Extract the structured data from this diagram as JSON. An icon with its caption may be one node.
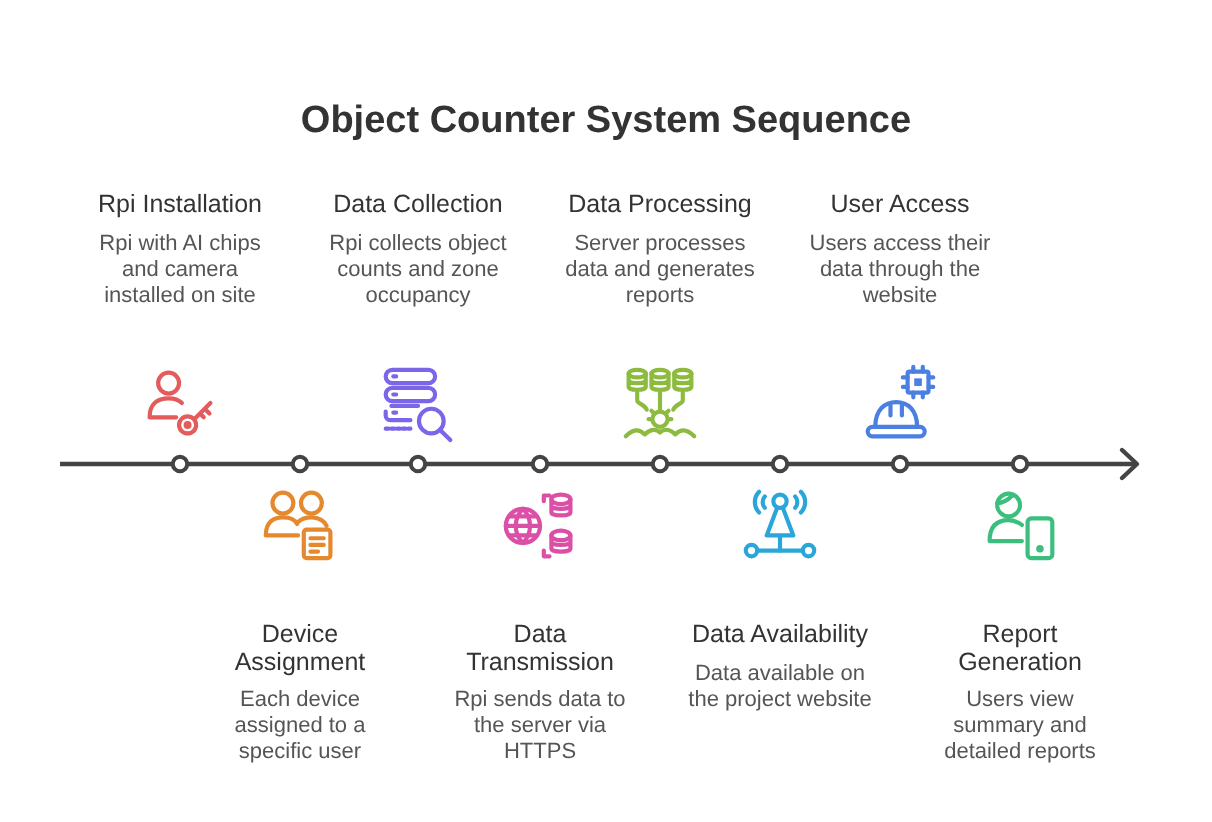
{
  "diagram": {
    "title": "Object Counter System Sequence",
    "labels": [
      "Rpi Installation",
      "Rpi with AI chips and camera installed on site",
      "Device Assignment",
      "Each device assigned to a specific user",
      "Data Collection",
      "Rpi collects object counts and zone occupancy",
      "Data Transmission",
      "Rpi sends data to the server via HTTPS",
      "Data Processing",
      "Server processes data and generates reports",
      "Data Availability",
      "Data available on the project website",
      "User Access",
      "Users access their data through the website",
      "Report Generation",
      "Users view summary and detailed reports"
    ]
  }
}
